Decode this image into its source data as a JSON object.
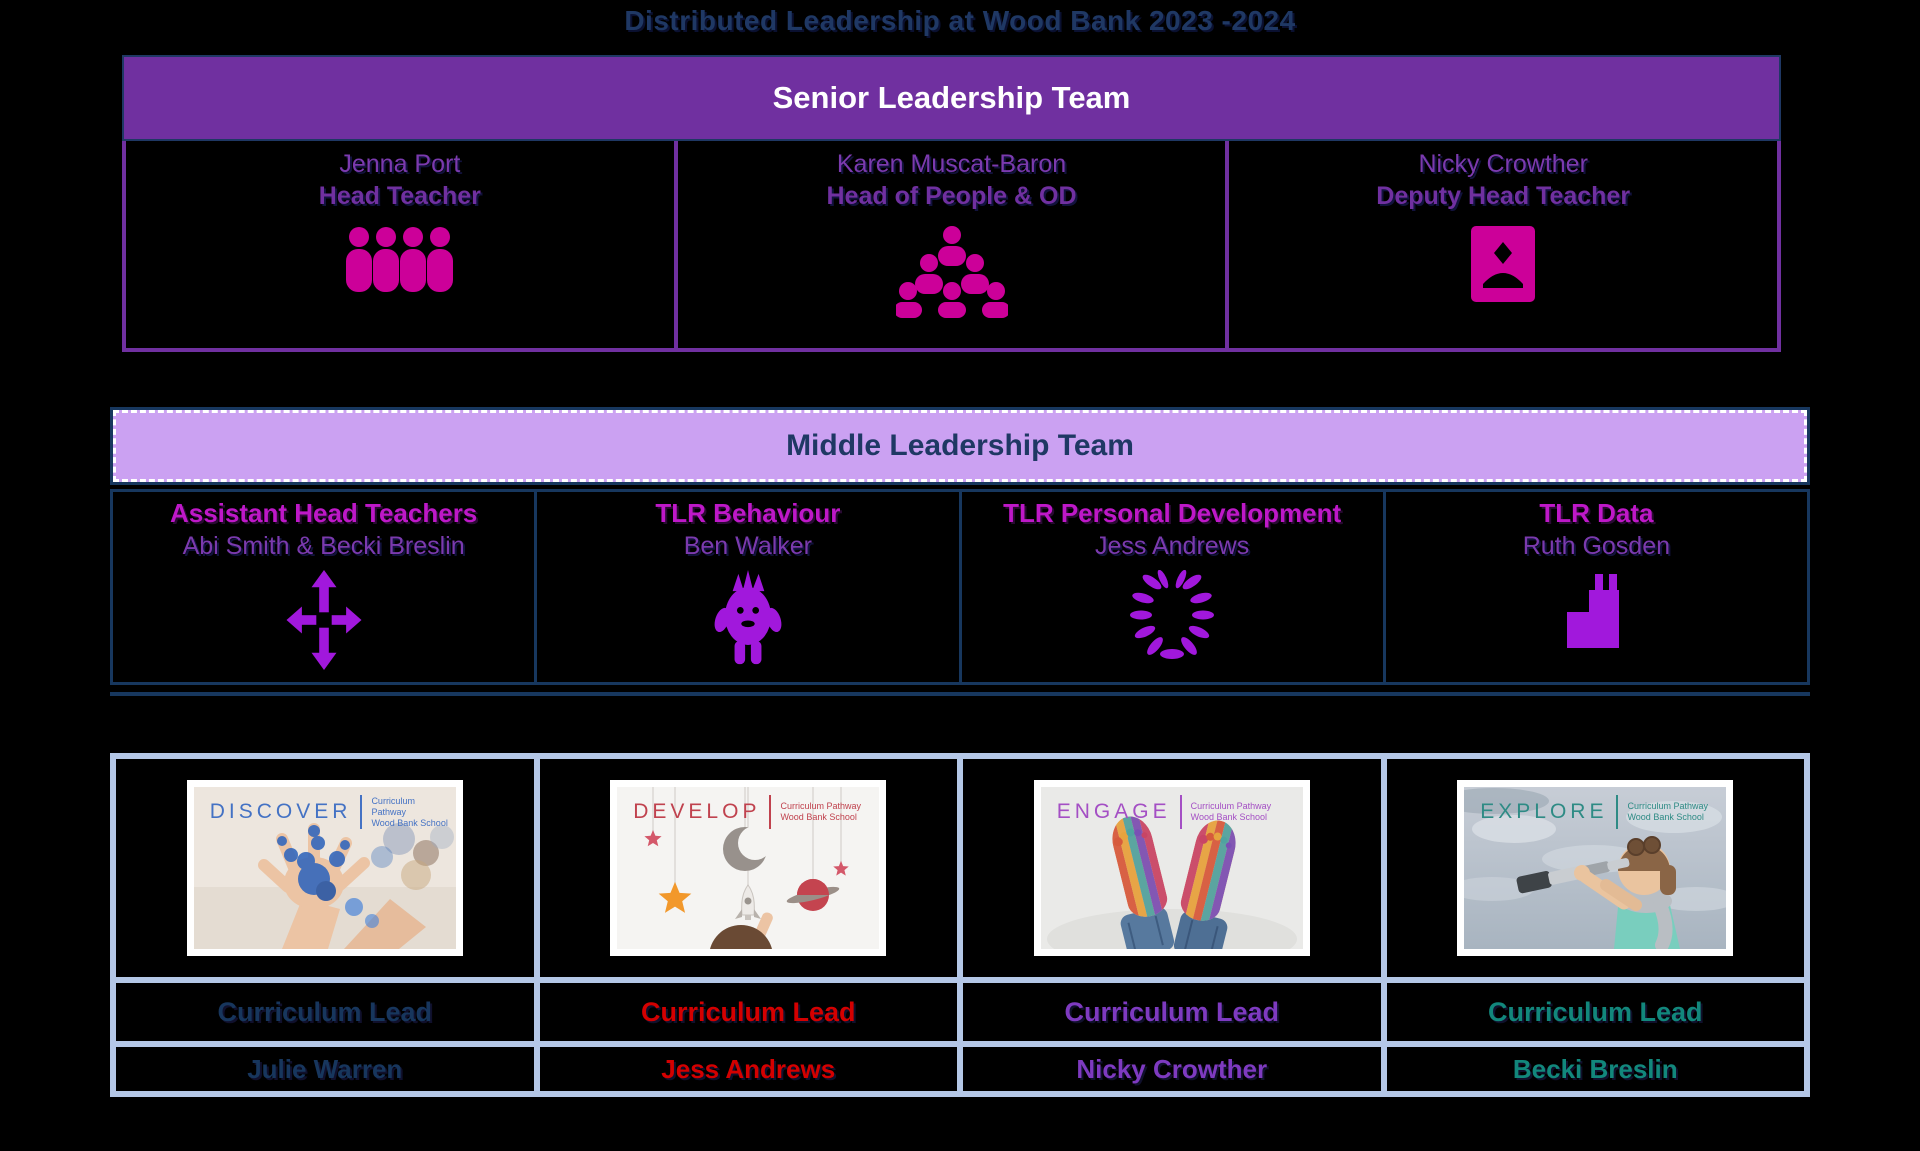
{
  "title": "Distributed Leadership at Wood Bank 2023 -2024",
  "senior": {
    "header": "Senior Leadership Team",
    "members": [
      {
        "name": "Jenna Port",
        "role": "Head Teacher",
        "icon": "people-group-icon"
      },
      {
        "name": "Karen Muscat-Baron",
        "role": "Head of People & OD",
        "icon": "people-pyramid-icon"
      },
      {
        "name": "Nicky Crowther",
        "role": "Deputy Head Teacher",
        "icon": "person-badge-icon"
      }
    ]
  },
  "middle": {
    "header": "Middle Leadership Team",
    "members": [
      {
        "title": "Assistant Head Teachers",
        "name": "Abi Smith & Becki Breslin",
        "icon": "move-arrows-icon"
      },
      {
        "title": "TLR Behaviour",
        "name": "Ben Walker",
        "icon": "monster-icon"
      },
      {
        "title": "TLR Personal Development",
        "name": "Jess Andrews",
        "icon": "laurel-wreath-icon"
      },
      {
        "title": "TLR Data",
        "name": "Ruth Gosden",
        "icon": "bar-chart-icon"
      }
    ]
  },
  "curriculum": {
    "lead_label": "Curriculum Lead",
    "cards": [
      {
        "pathway": "DISCOVER",
        "subtitle_line1": "Curriculum Pathway",
        "subtitle_line2": "Wood Bank School",
        "lead": "Julie Warren",
        "accent": "#4472C4",
        "lead_color": "#17365D"
      },
      {
        "pathway": "DEVELOP",
        "subtitle_line1": "Curriculum Pathway",
        "subtitle_line2": "Wood Bank School",
        "lead": "Jess Andrews",
        "accent": "#C0424E",
        "lead_color": "#D40000"
      },
      {
        "pathway": "ENGAGE",
        "subtitle_line1": "Curriculum Pathway",
        "subtitle_line2": "Wood Bank School",
        "lead": "Nicky Crowther",
        "accent": "#A44FC4",
        "lead_color": "#7E3AC0"
      },
      {
        "pathway": "EXPLORE",
        "subtitle_line1": "Curriculum Pathway",
        "subtitle_line2": "Wood Bank School",
        "lead": "Becki Breslin",
        "accent": "#2E8B85",
        "lead_color": "#12877C"
      }
    ]
  },
  "colors": {
    "background": "#000000",
    "title_text": "#1F3864",
    "senior_header_bg": "#7030A0",
    "senior_border": "#7030A0",
    "senior_icon": "#CC0099",
    "middle_header_bg": "#CBA1F2",
    "middle_header_text": "#1F3864",
    "middle_border": "#17375E",
    "middle_title_text": "#BE18C8",
    "middle_name_text": "#7B3AAE",
    "middle_icon": "#A118DC",
    "curriculum_grid": "#B4C7E7"
  }
}
